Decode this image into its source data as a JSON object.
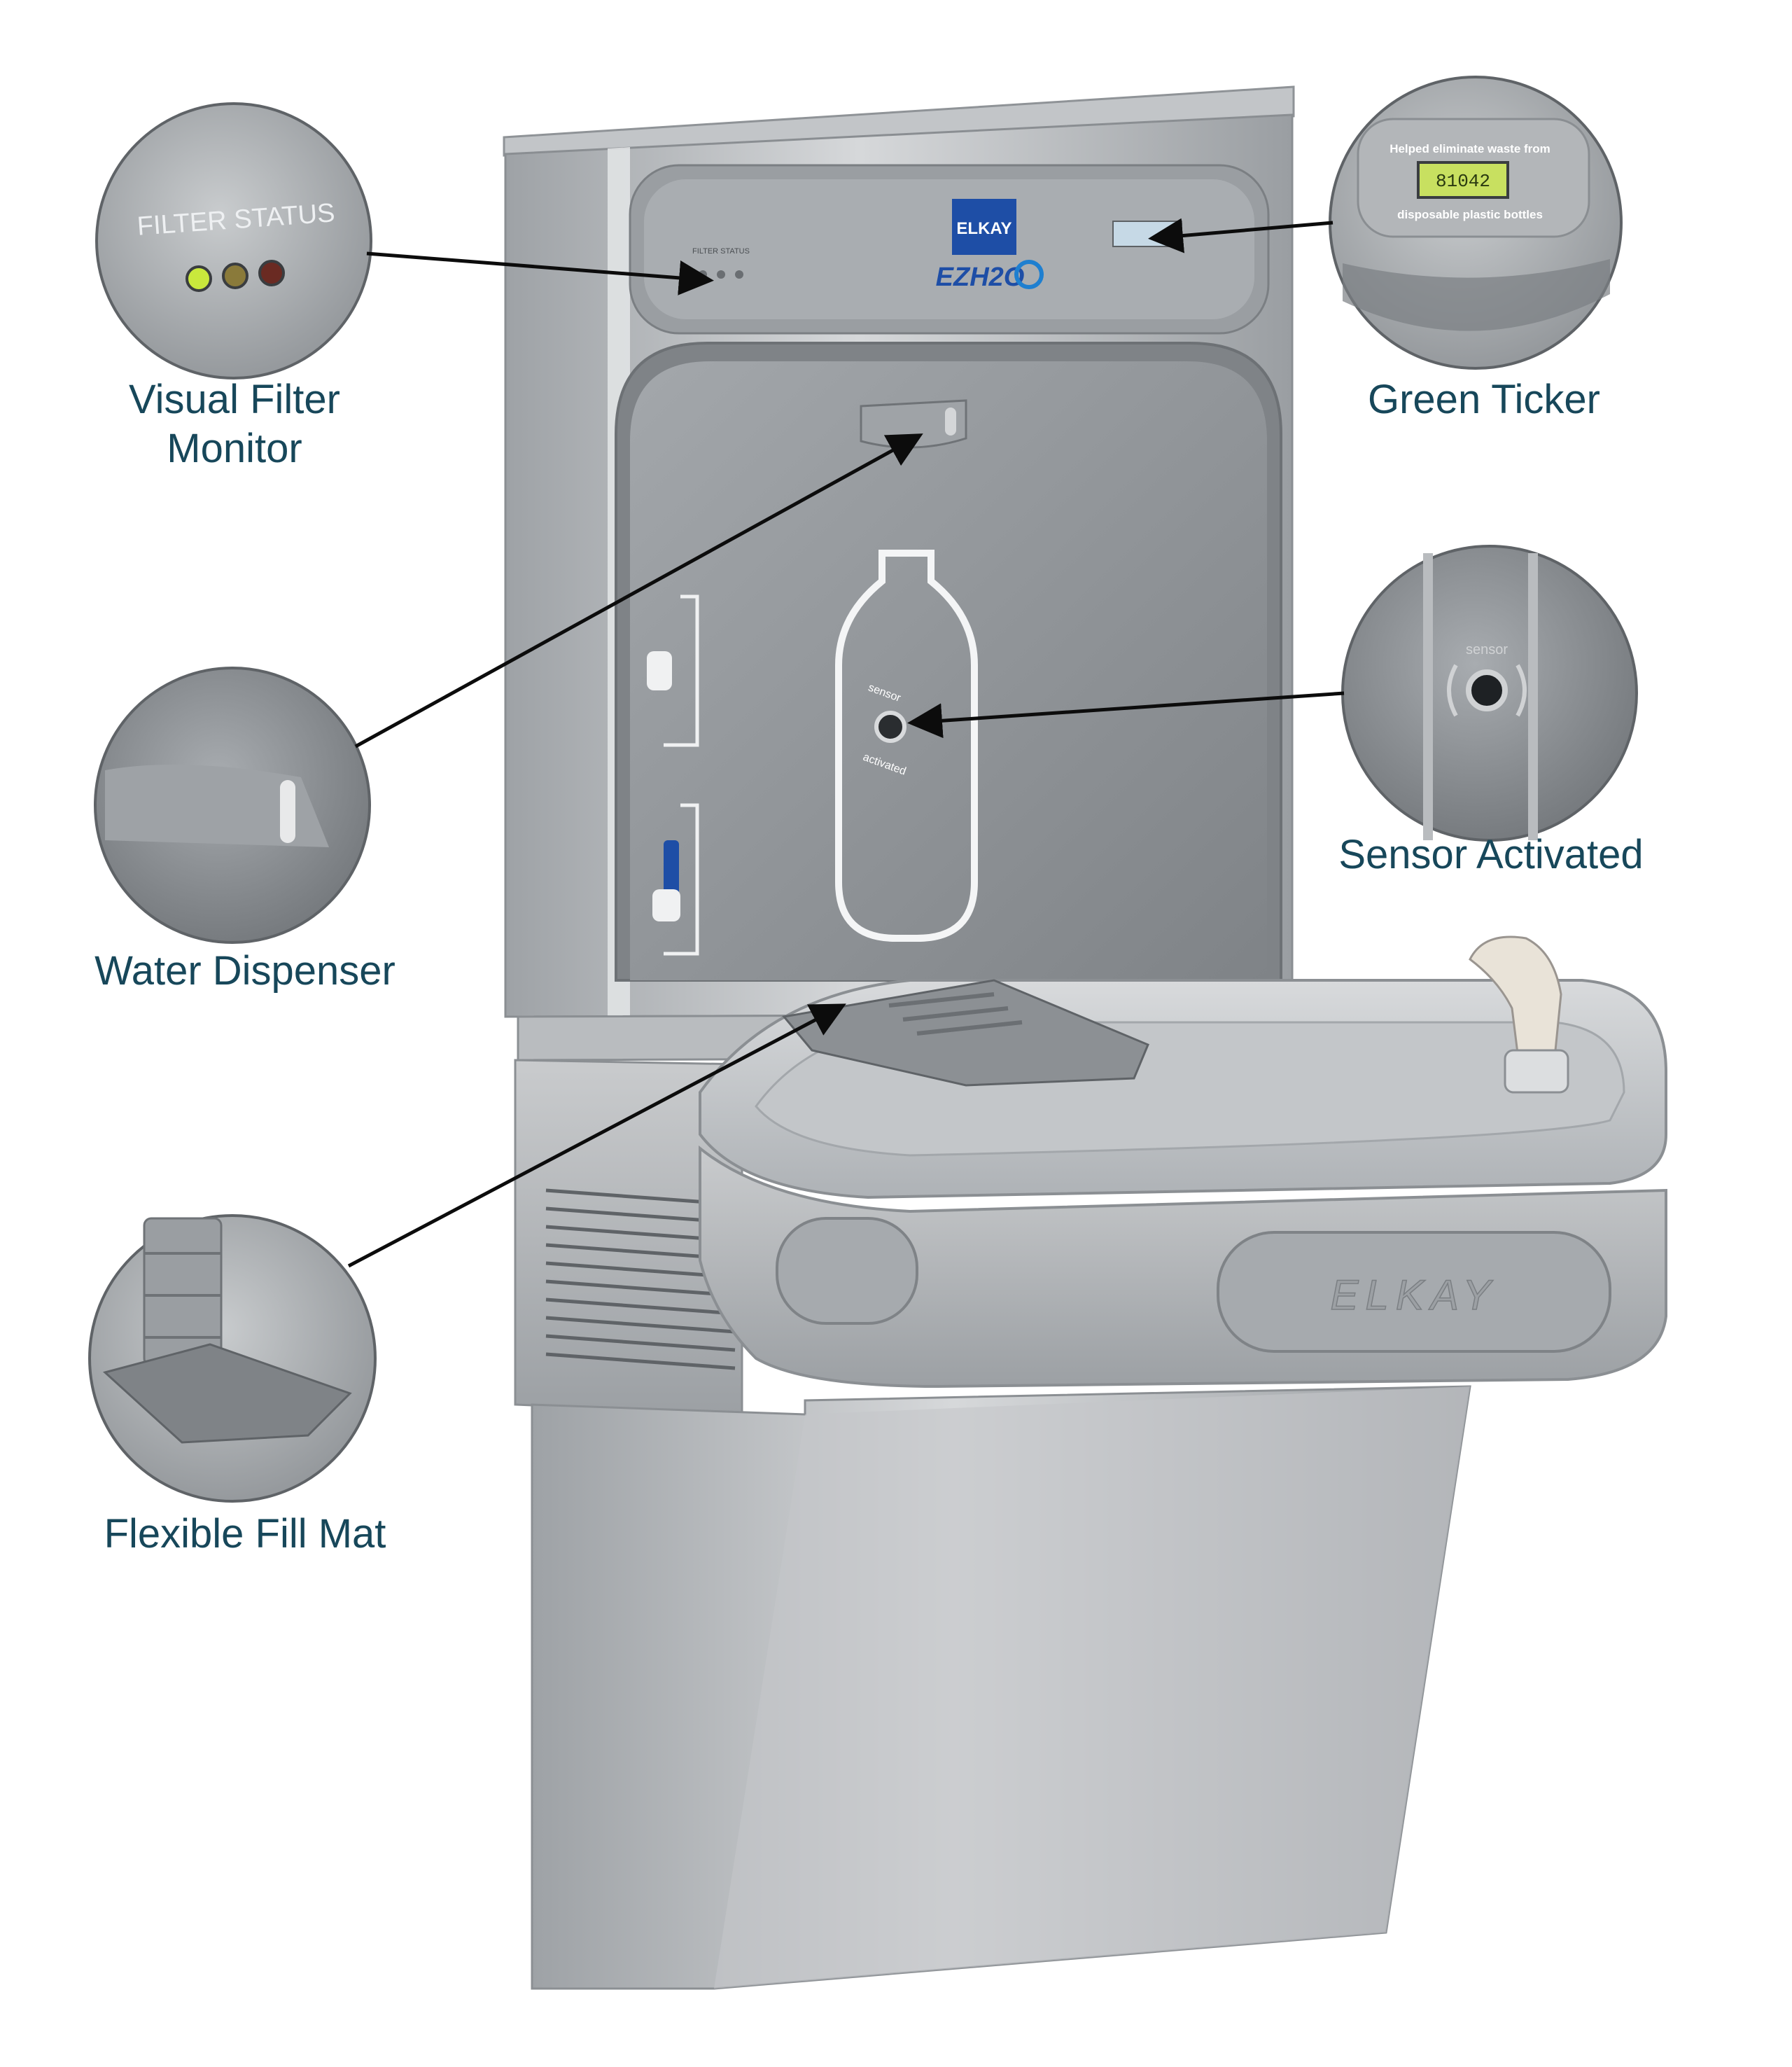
{
  "callouts": {
    "filter_monitor": {
      "line1": "Visual Filter",
      "line2": "Monitor"
    },
    "green_ticker": {
      "label": "Green Ticker"
    },
    "water_dispenser": {
      "label": "Water Dispenser"
    },
    "sensor_activated": {
      "label": "Sensor Activated"
    },
    "fill_mat": {
      "label": "Flexible Fill Mat"
    }
  },
  "product": {
    "brand": "ELKAY",
    "brand_front": "ELKAY",
    "model_mark": "EZH2O",
    "filter_status_text": "FILTER STATUS",
    "ticker_top_text": "Helped eliminate waste from",
    "ticker_count": "81042",
    "ticker_bottom_text": "disposable plastic bottles",
    "sensor_text": "sensor",
    "sensor_sub_text": "activated"
  },
  "colors": {
    "label_text": "#17475a",
    "stainless": "#b4b7ba",
    "panel_gray": "#8e9296",
    "lcd_green": "#c8e060",
    "brand_blue": "#1e4ea6",
    "filter_led_green": "#c9e83c",
    "filter_led_amber": "#8a7a3a",
    "filter_led_red": "#6a2a22"
  }
}
